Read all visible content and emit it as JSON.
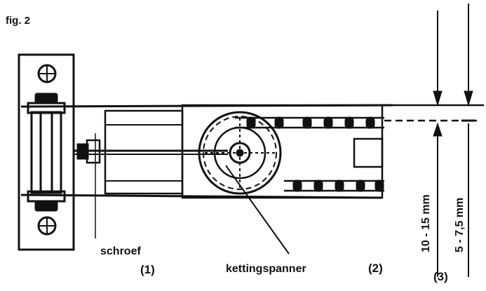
{
  "figure": {
    "label": "fig. 2"
  },
  "labels": {
    "screw": "schroef",
    "screw_number": "(1)",
    "chain_tensioner": "kettingspanner",
    "chain_tensioner_number": "(2)",
    "number_3": "(3)",
    "dim_large": "10 - 15 mm",
    "dim_small": "5 - 7,5 mm"
  },
  "colors": {
    "ink": "#111111",
    "paper": "#ffffff"
  }
}
